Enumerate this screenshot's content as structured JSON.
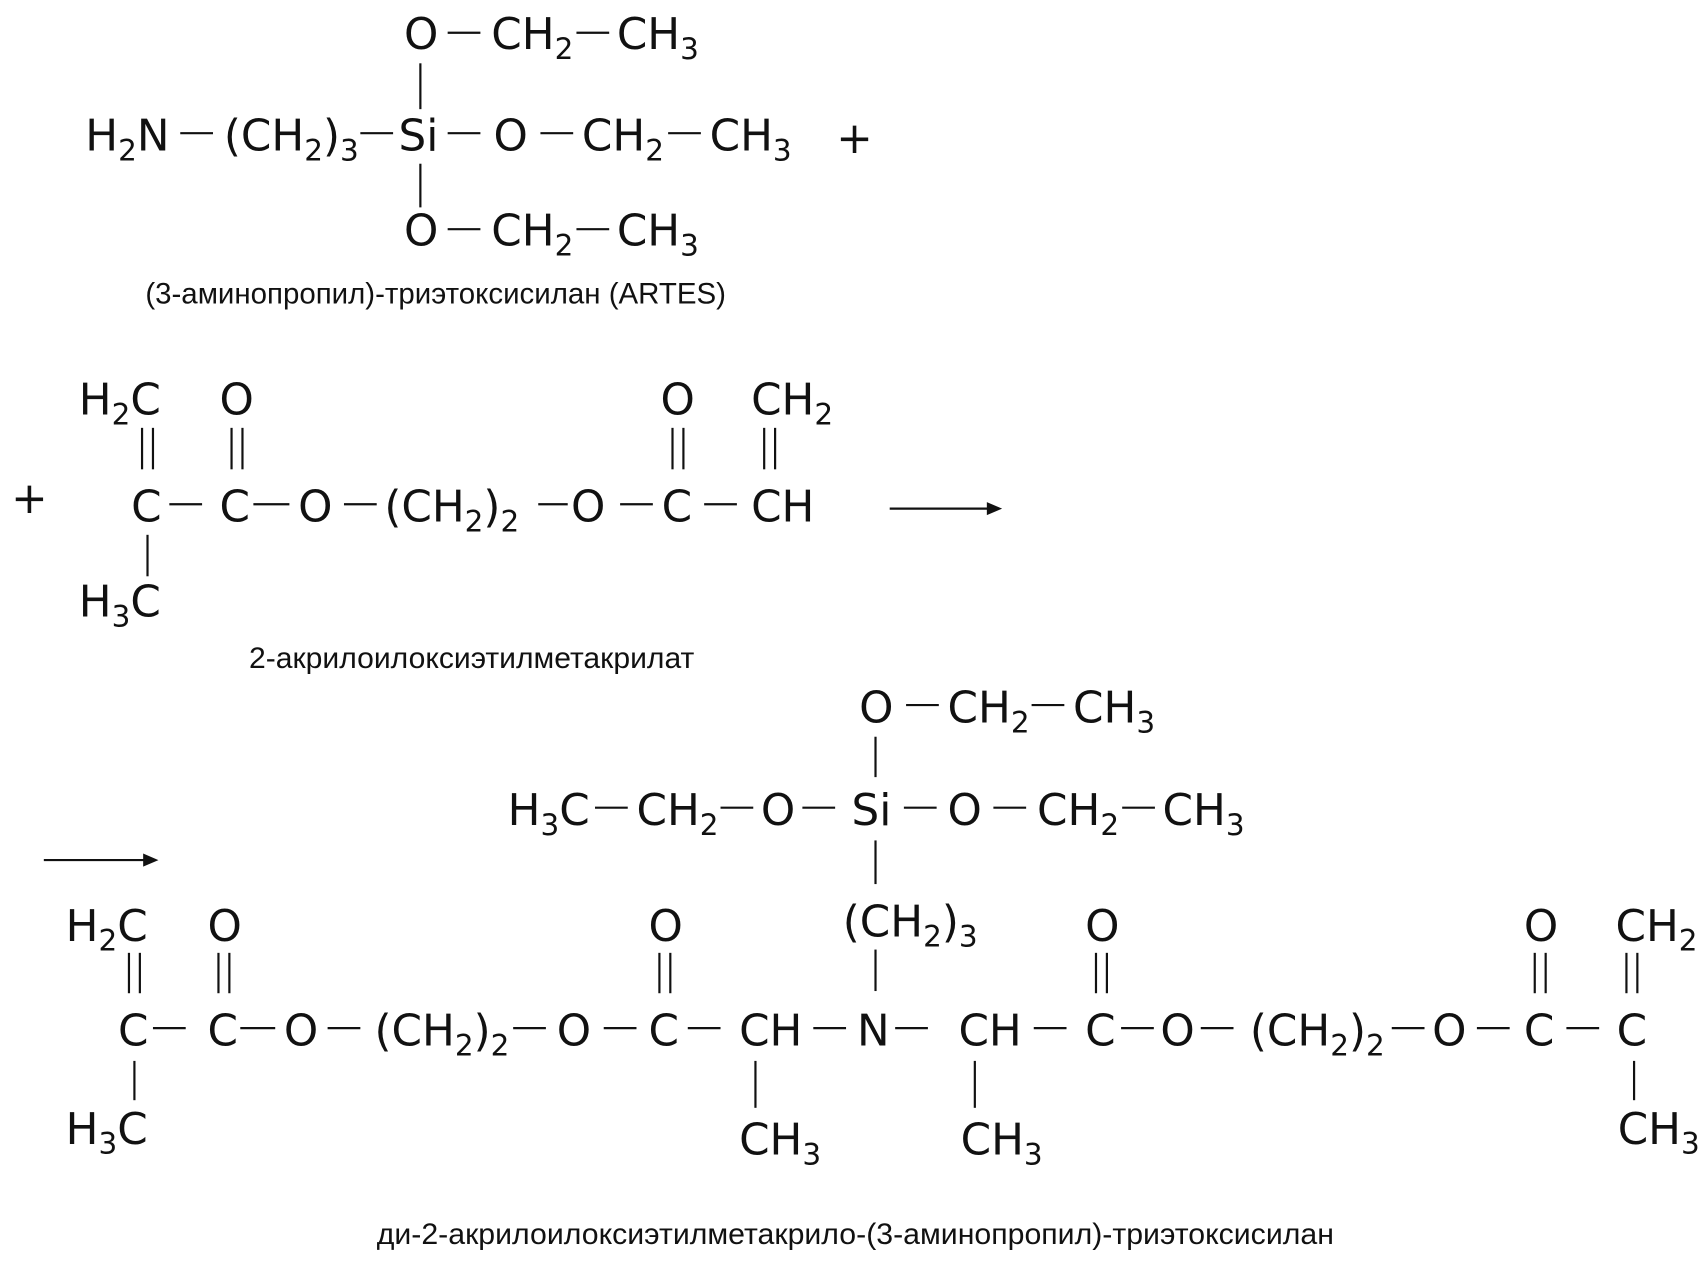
{
  "plus": "+",
  "artes": {
    "label": "(3-аминопропил)-триэтоксисилан (ARTES)",
    "atoms": [
      "O",
      "CH2",
      "CH3",
      "H2N",
      "(CH2)3",
      "Si",
      "O",
      "CH2",
      "CH3",
      "O",
      "CH2",
      "CH3"
    ]
  },
  "acrylate": {
    "label": "2-акрилоилоксиэтилметакрилат",
    "atoms": [
      "H2C",
      "O",
      "O",
      "CH2",
      "C",
      "C",
      "O",
      "(CH2)2",
      "O",
      "C",
      "CH",
      "H3C"
    ]
  },
  "product": {
    "label": "ди-2-акрилоилоксиэтилметакрило-(3-аминопропил)-триэтоксисилан",
    "atoms": [
      "O",
      "CH2",
      "CH3",
      "H3C",
      "CH2",
      "O",
      "Si",
      "O",
      "CH2",
      "CH3",
      "(CH2)3",
      "H2C",
      "O",
      "O",
      "O",
      "O",
      "CH2",
      "C",
      "C",
      "O",
      "(CH2)2",
      "O",
      "C",
      "CH",
      "N",
      "CH",
      "C",
      "O",
      "(CH2)2",
      "O",
      "C",
      "C",
      "H3C",
      "CH3",
      "CH3",
      "CH3"
    ]
  }
}
